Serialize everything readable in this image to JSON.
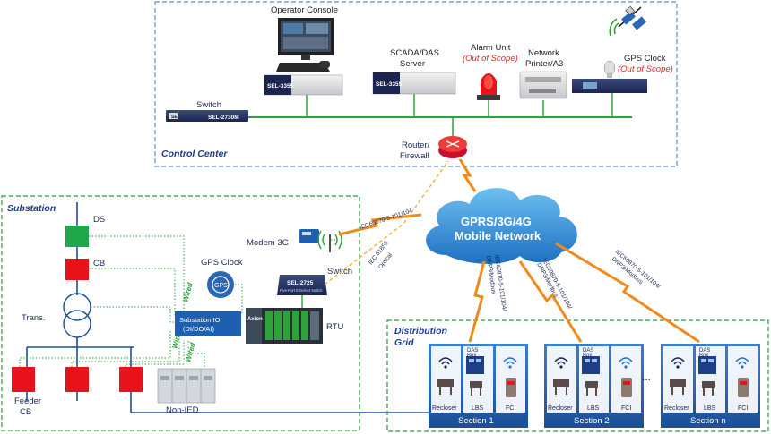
{
  "control_center": {
    "title": "Control Center",
    "operator_console": "Operator Console",
    "scada_line1": "SCADA/DAS",
    "scada_line2": "Server",
    "alarm_line1": "Alarm Unit",
    "alarm_line2": "(Out of Scope)",
    "printer_line1": "Network",
    "printer_line2": "Printer/A3",
    "gps_line1": "GPS Clock",
    "gps_line2": "(Out of Scope)",
    "switch_label": "Switch",
    "switch_model": "SEL-2730M",
    "server_model_1": "SEL-3355",
    "server_model_2": "SEL-3355",
    "sel_badge": "SEL"
  },
  "router": {
    "line1": "Router/",
    "line2": "Firewall"
  },
  "network": {
    "line1": "GPRS/3G/4G",
    "line2": "Mobile Network"
  },
  "substation": {
    "title": "Substation",
    "ds": "DS",
    "cb": "CB",
    "trans": "Trans.",
    "feeder_line1": "Feeder",
    "feeder_line2": "CB",
    "gps_clock": "GPS Clock",
    "gps_badge": "GPS",
    "modem": "Modem 3G",
    "switch_label": "Switch",
    "switch_model": "SEL-2725",
    "switch_sub": "Five-Port Ethernet Switch",
    "sub_io_line1": "Substation IO",
    "sub_io_line2": "(DI/DO/AI)",
    "rtu": "RTU",
    "rtu_brand": "Axion",
    "non_ied": "Non-IED",
    "wired_1": "Wired",
    "wired_2": "Wired",
    "wired_3": "Wired"
  },
  "links": {
    "iec104": "IEC60870-5-101/104",
    "iec61850_line1": "IEC 61850",
    "iec61850_line2": "Optical",
    "dnp_1_line1": "IEC60870-5-101/104/",
    "dnp_1_line2": "DNP3/Modbus",
    "dnp_2_line1": "IEC60870-5-101/104/",
    "dnp_2_line2": "DNP3/Modbus",
    "dnp_3_line1": "IEC60870-5-101/104/",
    "dnp_3_line2": "DNP3/Modbus"
  },
  "distribution": {
    "title_line1": "Distribution",
    "title_line2": "Grid",
    "ellipsis": "...",
    "sections": [
      {
        "name": "Section 1",
        "recloser": "Recloser",
        "lbs": "LBS",
        "fci": "FCI",
        "das_line1": "DAS",
        "das_line2": "Box"
      },
      {
        "name": "Section 2",
        "recloser": "Recloser",
        "lbs": "LBS",
        "fci": "FCI",
        "das_line1": "DAS",
        "das_line2": "Box"
      },
      {
        "name": "Section n",
        "recloser": "Recloser",
        "lbs": "LBS",
        "fci": "FCI",
        "das_line1": "DAS",
        "das_line2": "Box"
      }
    ]
  },
  "colors": {
    "bus_green": "#2ea23a",
    "zone_blue": "#5b8fd0",
    "substation_green": "#2c9b3a",
    "breaker_red": "#e8131a",
    "ds_green": "#1ea84a",
    "lightning_orange": "#f08a1b",
    "cloud_blue": "#3b8fd6",
    "section_blue": "#2a67b5"
  }
}
